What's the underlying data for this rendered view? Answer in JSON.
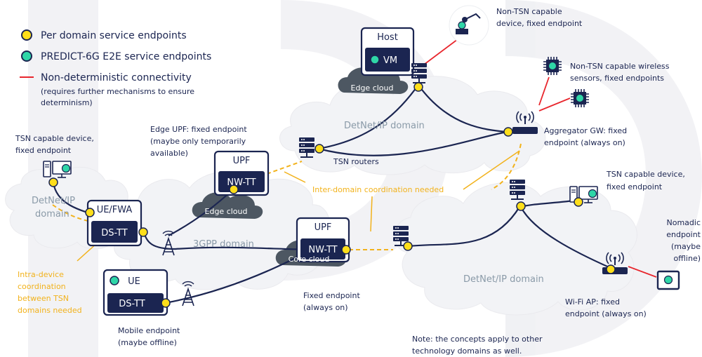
{
  "legend": {
    "per_domain": "Per domain service endpoints",
    "e2e": "PREDICT-6G E2E service endpoints",
    "nondet": "Non-deterministic connectivity",
    "nondet_sub1": "(requires further mechanisms to ensure",
    "nondet_sub2": "determinism)"
  },
  "domains": {
    "detnet_top": "DetNet/IP domain",
    "detnet_left1": "DetNet/IP",
    "detnet_left2": "domain",
    "gpp": "3GPP domain",
    "detnet_right": "DetNet/IP domain"
  },
  "boxes": {
    "host": "Host",
    "vm": "VM",
    "edge_cloud_top": "Edge cloud",
    "upf_edge": "UPF",
    "nwtt_edge": "NW-TT",
    "edge_cloud_mid": "Edge cloud",
    "upf_core": "UPF",
    "nwtt_core": "NW-TT",
    "core_cloud": "Core cloud",
    "uefwa": "UE/FWA",
    "dstt_fwa": "DS-TT",
    "ue": "UE",
    "dstt_ue": "DS-TT"
  },
  "labels": {
    "non_tsn_device_1": "Non-TSN capable",
    "non_tsn_device_2": "device, fixed endpoint",
    "non_tsn_sensors_1": "Non-TSN capable wireless",
    "non_tsn_sensors_2": "sensors, fixed endpoints",
    "agg_gw_1": "Aggregator GW: fixed",
    "agg_gw_2": "endpoint (always on)",
    "tsn_routers": "TSN routers",
    "edge_upf_1": "Edge UPF: fixed endpoint",
    "edge_upf_2": "(maybe only temporarily",
    "edge_upf_3": "available)",
    "tsn_dev_left_1": "TSN capable device,",
    "tsn_dev_left_2": "fixed endpoint",
    "tsn_dev_right_1": "TSN capable device,",
    "tsn_dev_right_2": "fixed endpoint",
    "inter_domain": "Inter-domain coordination needed",
    "nomadic_1": "Nomadic",
    "nomadic_2": "endpoint",
    "nomadic_3": "(maybe",
    "nomadic_4": "offline)",
    "intra_1": "Intra-device",
    "intra_2": "coordination",
    "intra_3": "between TSN",
    "intra_4": "domains needed",
    "fixed_core_1": "Fixed endpoint",
    "fixed_core_2": "(always on)",
    "wifi_1": "Wi-Fi AP: fixed",
    "wifi_2": "endpoint (always on)",
    "mobile_1": "Mobile endpoint",
    "mobile_2": "(maybe offline)",
    "note_1": "Note: the concepts apply to other",
    "note_2": "technology domains as well."
  },
  "colors": {
    "navy": "#1b2551",
    "yellow": "#ffde1a",
    "teal": "#2fd6a7",
    "red": "#e8262d",
    "orange": "#f2b21b",
    "cloud_fill": "#f2f3f6",
    "cloud_dark": "#4d5762",
    "domain_text": "#8a9aa8"
  },
  "icons": [
    "monitor-icon",
    "robot-arm-icon",
    "chip-icon",
    "router-icon",
    "antenna-icon",
    "server-icon",
    "tablet-icon"
  ]
}
